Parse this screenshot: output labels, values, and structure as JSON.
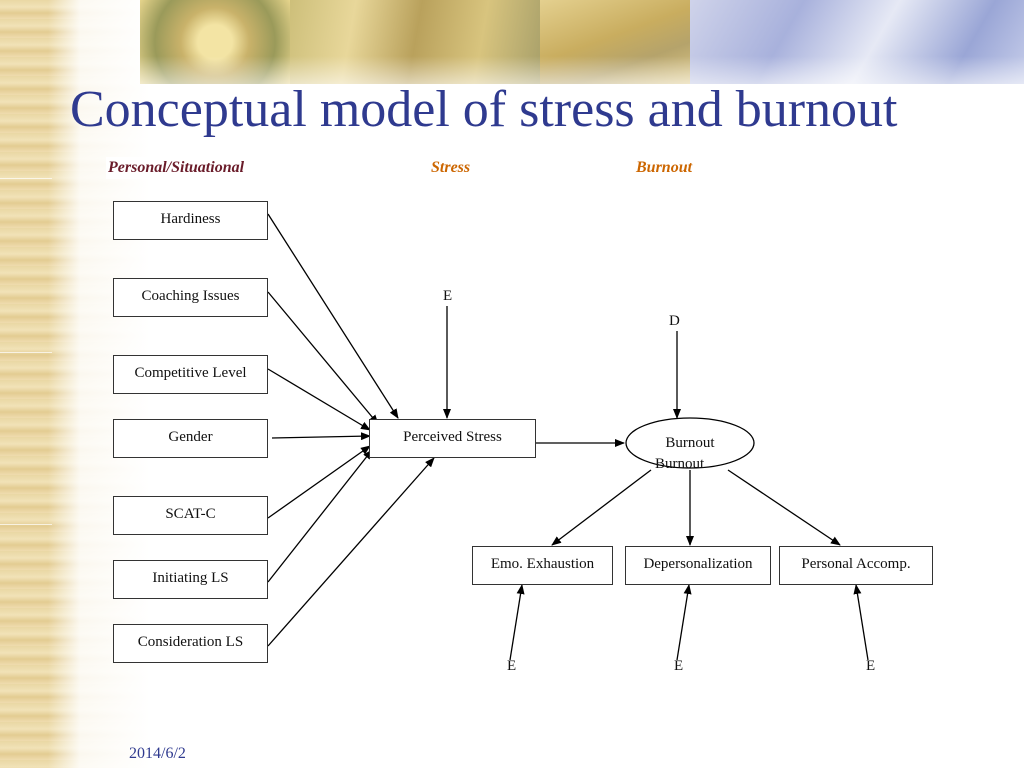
{
  "slide": {
    "title": "Conceptual model of stress and burnout",
    "date": "2014/6/2"
  },
  "columns": {
    "personal": "Personal/Situational",
    "stress": "Stress",
    "burnout": "Burnout"
  },
  "predictors": [
    "Hardiness",
    "Coaching Issues",
    "Competitive Level",
    "Gender",
    "SCAT-C",
    "Initiating LS",
    "Consideration LS"
  ],
  "mediator": {
    "label": "Perceived Stress",
    "error_label": "E"
  },
  "burnout_factor": {
    "label": "Burnout",
    "overlap_label": "Burnout",
    "disturbance_label": "D"
  },
  "indicators": [
    {
      "label": "Emo. Exhaustion",
      "error_label": "E"
    },
    {
      "label": "Depersonalization",
      "error_label": "E"
    },
    {
      "label": "Personal Accomp.",
      "error_label": "E"
    }
  ],
  "colors": {
    "title": "#2f3a8f",
    "personal_heading": "#6a1c2a",
    "column_heading": "#cc6600",
    "line": "#000000"
  }
}
